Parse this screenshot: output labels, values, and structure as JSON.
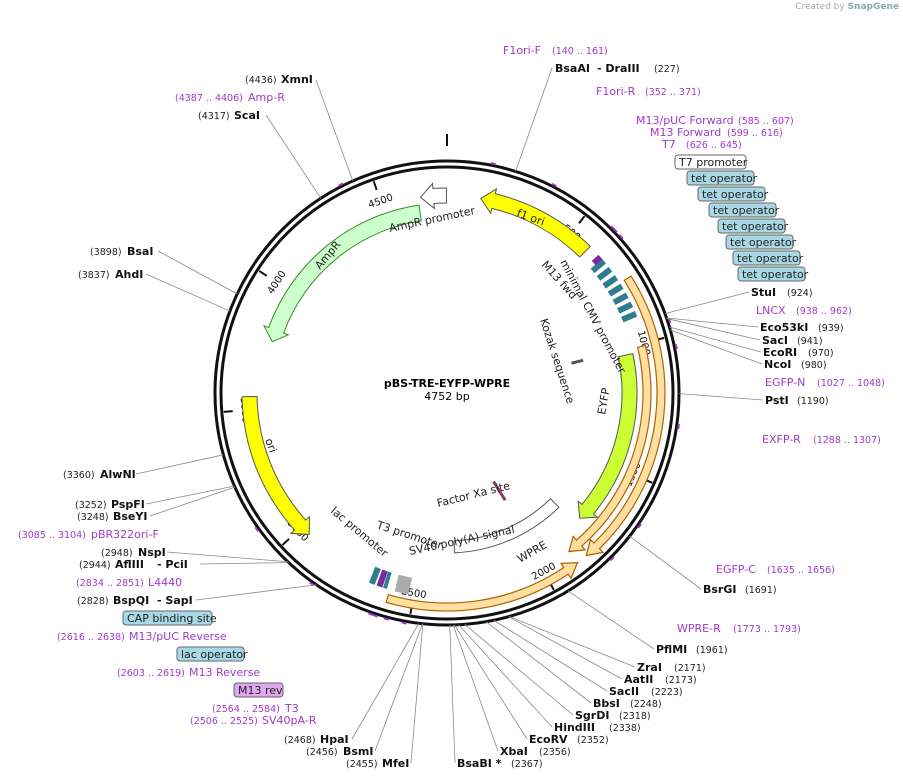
{
  "credit": {
    "prefix": "Created by",
    "brand": "SnapGene"
  },
  "plasmid": {
    "name": "pBS-TRE-EYFP-WPRE",
    "size_label": "4752 bp",
    "length": 4752
  },
  "colors": {
    "ring": "#111111",
    "feature_label": "#a03ac8",
    "enzyme_label": "#111111",
    "ori": "#ffff00",
    "amp": "#ccffcc",
    "eyfp": "#ccff33",
    "tet": "#3a8ea0",
    "orange_arrow": "#ff9900"
  },
  "ticks": [
    {
      "bp": 500,
      "label": "500"
    },
    {
      "bp": 1000,
      "label": "1000"
    },
    {
      "bp": 1500,
      "label": "1500"
    },
    {
      "bp": 2000,
      "label": "2000"
    },
    {
      "bp": 2500,
      "label": "2500"
    },
    {
      "bp": 3000,
      "label": "3000"
    },
    {
      "bp": 3500,
      "label": "3500"
    },
    {
      "bp": 4000,
      "label": "4000"
    },
    {
      "bp": 4500,
      "label": "4500"
    }
  ],
  "enzymes_right": [
    {
      "name": "BsaAI",
      "extra": "- DraIII",
      "pos": "(227)",
      "bp": 227
    },
    {
      "name": "StuI",
      "pos": "(924)",
      "bp": 924
    },
    {
      "name": "Eco53kI",
      "pos": "(939)",
      "bp": 939
    },
    {
      "name": "SacI",
      "pos": "(941)",
      "bp": 941
    },
    {
      "name": "EcoRI",
      "pos": "(970)",
      "bp": 970
    },
    {
      "name": "NcoI",
      "pos": "(980)",
      "bp": 980
    },
    {
      "name": "PstI",
      "pos": "(1190)",
      "bp": 1190
    },
    {
      "name": "BsrGI",
      "pos": "(1691)",
      "bp": 1691
    },
    {
      "name": "PflMI",
      "pos": "(1961)",
      "bp": 1961
    },
    {
      "name": "ZraI",
      "pos": "(2171)",
      "bp": 2171
    },
    {
      "name": "AatII",
      "pos": "(2173)",
      "bp": 2173
    },
    {
      "name": "SacII",
      "pos": "(2223)",
      "bp": 2223
    },
    {
      "name": "BbsI",
      "pos": "(2248)",
      "bp": 2248
    },
    {
      "name": "SgrDI",
      "pos": "(2318)",
      "bp": 2318
    },
    {
      "name": "HindIII",
      "pos": "(2338)",
      "bp": 2338
    },
    {
      "name": "EcoRV",
      "pos": "(2352)",
      "bp": 2352
    },
    {
      "name": "XbaI",
      "pos": "(2356)",
      "bp": 2356
    },
    {
      "name": "BsaBI *",
      "pos": "(2367)",
      "bp": 2367
    }
  ],
  "enzymes_left": [
    {
      "name": "XmnI",
      "pos": "(4436)",
      "bp": 4436
    },
    {
      "name": "ScaI",
      "pos": "(4317)",
      "bp": 4317
    },
    {
      "name": "BsaI",
      "pos": "(3898)",
      "bp": 3898
    },
    {
      "name": "AhdI",
      "pos": "(3837)",
      "bp": 3837
    },
    {
      "name": "AlwNI",
      "pos": "(3360)",
      "bp": 3360
    },
    {
      "name": "PspFI",
      "pos": "(3252)",
      "bp": 3252
    },
    {
      "name": "BseYI",
      "pos": "(3248)",
      "bp": 3248
    },
    {
      "name": "NspI",
      "pos": "(2948)",
      "bp": 2948
    },
    {
      "name": "AflIII",
      "extra": "- PciI",
      "pos": "(2944)",
      "bp": 2944
    },
    {
      "name": "BspQI",
      "extra": "- SapI",
      "pos": "(2828)",
      "bp": 2828
    },
    {
      "name": "HpaI",
      "pos": "(2468)",
      "bp": 2468
    },
    {
      "name": "BsmI",
      "pos": "(2456)",
      "bp": 2456
    },
    {
      "name": "MfeI",
      "pos": "(2455)",
      "bp": 2455
    }
  ],
  "primers": [
    {
      "name": "F1ori-F",
      "range": "(140 .. 161)",
      "bp": 150
    },
    {
      "name": "F1ori-R",
      "range": "(352 .. 371)",
      "bp": 360
    },
    {
      "name": "M13/pUC Forward",
      "range": "(585 .. 607)",
      "bp": 596
    },
    {
      "name": "M13 Forward",
      "range": "(599 .. 616)",
      "bp": 607
    },
    {
      "name": "T7",
      "range": "(626 .. 645)",
      "bp": 635
    },
    {
      "name": "LNCX",
      "range": "(938 .. 962)",
      "bp": 950
    },
    {
      "name": "EGFP-N",
      "range": "(1027 .. 1048)",
      "bp": 1037
    },
    {
      "name": "EXFP-R",
      "range": "(1288 .. 1307)",
      "bp": 1297
    },
    {
      "name": "EGFP-C",
      "range": "(1635 .. 1656)",
      "bp": 1645
    },
    {
      "name": "WPRE-R",
      "range": "(1773 .. 1793)",
      "bp": 1783
    },
    {
      "name": "M13/pUC Reverse",
      "range": "(2616 .. 2638)",
      "bp": 2627
    },
    {
      "name": "M13 Reverse",
      "range": "(2603 .. 2619)",
      "bp": 2611
    },
    {
      "name": "T3",
      "range": "(2564 .. 2584)",
      "bp": 2574
    },
    {
      "name": "SV40pA-R",
      "range": "(2506 .. 2525)",
      "bp": 2515
    },
    {
      "name": "pBR322ori-F",
      "range": "(3085 .. 3104)",
      "bp": 3094
    },
    {
      "name": "L4440",
      "range": "(2834 .. 2851)",
      "bp": 2842
    },
    {
      "name": "Amp-R",
      "range": "(4387 .. 4406)",
      "bp": 4396
    }
  ],
  "boxed_labels_right": [
    {
      "name": "T7 promoter",
      "style": "white"
    },
    {
      "name": "tet operator",
      "style": "blue"
    },
    {
      "name": "tet operator",
      "style": "blue"
    },
    {
      "name": "tet operator",
      "style": "blue"
    },
    {
      "name": "tet operator",
      "style": "blue"
    },
    {
      "name": "tet operator",
      "style": "blue"
    },
    {
      "name": "tet operator",
      "style": "blue"
    },
    {
      "name": "tet operator",
      "style": "blue"
    }
  ],
  "boxed_labels_left": [
    {
      "name": "CAP binding site",
      "style": "blue"
    },
    {
      "name": "lac operator",
      "style": "blue"
    },
    {
      "name": "M13 rev",
      "style": "purple"
    }
  ],
  "inner_features": [
    {
      "name": "f1 ori",
      "start": 130,
      "end": 585,
      "dir": "ccw",
      "color": "#ffff00"
    },
    {
      "name": "AmpR promoter",
      "start": 4650,
      "end": 4750,
      "dir": "ccw",
      "color": "#ffffff"
    },
    {
      "name": "AmpR",
      "start": 3780,
      "end": 4640,
      "dir": "ccw",
      "color": "#ccffcc"
    },
    {
      "name": "ori",
      "start": 2960,
      "end": 3550,
      "dir": "ccw",
      "color": "#ffff00"
    },
    {
      "name": "EYFP",
      "start": 1030,
      "end": 1760,
      "dir": "cw",
      "color": "#ccff33"
    },
    {
      "name": "WPRE",
      "start": 1790,
      "end": 2340,
      "dir": "none",
      "color": "#ffffff"
    }
  ],
  "inner_texts": {
    "m13fwd": "M13 fwd",
    "min_cmv": "minimal CMV promoter",
    "kozak": "Kozak sequence",
    "eyfp": "EYFP",
    "factorxa": "Factor Xa site",
    "wpre": "WPRE",
    "sv40": "SV40 poly(A) signal",
    "t3prom": "T3 promoter",
    "lacprom": "lac promoter",
    "ampr_prom": "AmpR promoter",
    "ampr": "AmpR",
    "f1ori": "f1 ori",
    "ori": "ori"
  }
}
